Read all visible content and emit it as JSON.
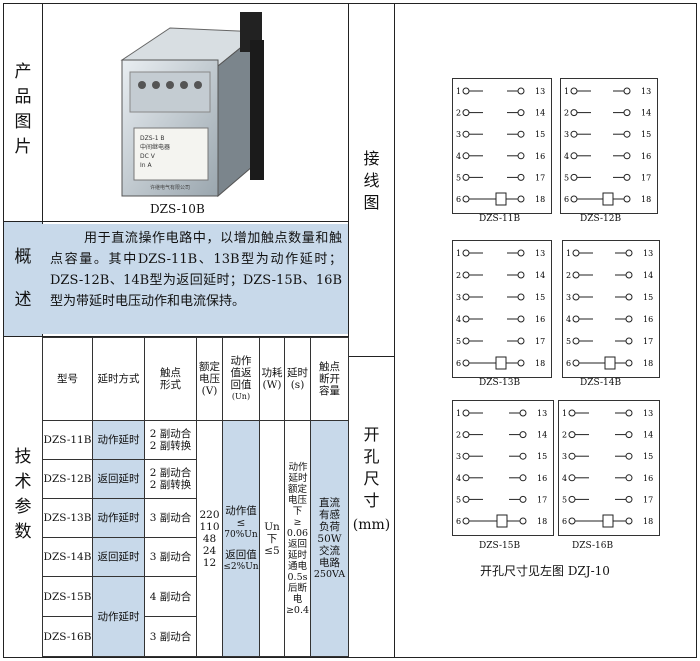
{
  "labels": {
    "product_image": [
      "产",
      "品",
      "图",
      "片"
    ],
    "summary": [
      "概",
      "述"
    ],
    "tech": [
      "技",
      "术",
      "参",
      "数"
    ],
    "wiring": [
      "接",
      "线",
      "图"
    ],
    "cutout": [
      "开",
      "孔",
      "尺",
      "寸"
    ],
    "cutout_unit": "(mm)"
  },
  "photo": {
    "caption": "DZS-10B",
    "plate_lines": [
      "DZS-1 B",
      "中间继电器",
      "DC    V",
      "In     A"
    ],
    "maker": "许继电气有限公司"
  },
  "summary_text": "用于直流操作电路中，以增加触点数量和触点容量。其中DZS-11B、13B型为动作延时；DZS-12B、14B型为返回延时；DZS-15B、16B型为带延时电压动作和电流保持。",
  "table": {
    "headers": {
      "model": "型号",
      "delay_mode": "延时方式",
      "contact_form": "触点形式",
      "rated_voltage": [
        "额定",
        "电压",
        "(V)"
      ],
      "action_return": [
        "动作",
        "值返",
        "回值",
        "(Un)"
      ],
      "power": [
        "功耗",
        "(W)"
      ],
      "delay": [
        "延时",
        "(s)"
      ],
      "breaking": [
        "触点",
        "断开",
        "容量"
      ]
    },
    "rows": [
      {
        "model": "DZS-11B",
        "delay": "动作延时",
        "contacts": [
          "2 副动合",
          "2 副转换"
        ]
      },
      {
        "model": "DZS-12B",
        "delay": "返回延时",
        "contacts": [
          "2 副动合",
          "2 副转换"
        ]
      },
      {
        "model": "DZS-13B",
        "delay": "动作延时",
        "contacts": [
          "3 副动合"
        ]
      },
      {
        "model": "DZS-14B",
        "delay": "返回延时",
        "contacts": [
          "3 副动合"
        ]
      },
      {
        "model": "DZS-15B",
        "delay": "动作延时",
        "contacts": [
          "4 副动合"
        ]
      },
      {
        "model": "DZS-16B",
        "delay": "",
        "contacts": [
          "3 副动合"
        ]
      }
    ],
    "voltage_values": [
      "220",
      "110",
      "48",
      "24",
      "12"
    ],
    "action_value": [
      "动作值",
      "≤",
      "70%Un"
    ],
    "return_value": [
      "返回值",
      "≤2%Un"
    ],
    "power_value": [
      "Un下",
      "≤5"
    ],
    "delay_value": [
      "动作延时",
      "额定",
      "电压",
      "下",
      "≥",
      "0.06",
      "返回",
      "延时",
      "通电",
      "0.5s",
      "后断",
      "电",
      "≥0.4"
    ],
    "breaking_value": [
      "直流",
      "有感",
      "负荷",
      "50W",
      "交流",
      "电路",
      "250VA"
    ]
  },
  "diagrams": [
    {
      "name": "DZS-11B"
    },
    {
      "name": "DZS-12B"
    },
    {
      "name": "DZS-13B"
    },
    {
      "name": "DZS-14B"
    },
    {
      "name": "DZS-15B"
    },
    {
      "name": "DZS-16B"
    }
  ],
  "terminals_left": [
    "1",
    "2",
    "3",
    "4",
    "5",
    "6"
  ],
  "terminals_right": [
    "13",
    "14",
    "15",
    "16",
    "17",
    "18"
  ],
  "cutout_note": "开孔尺寸见左图   DZJ-10"
}
